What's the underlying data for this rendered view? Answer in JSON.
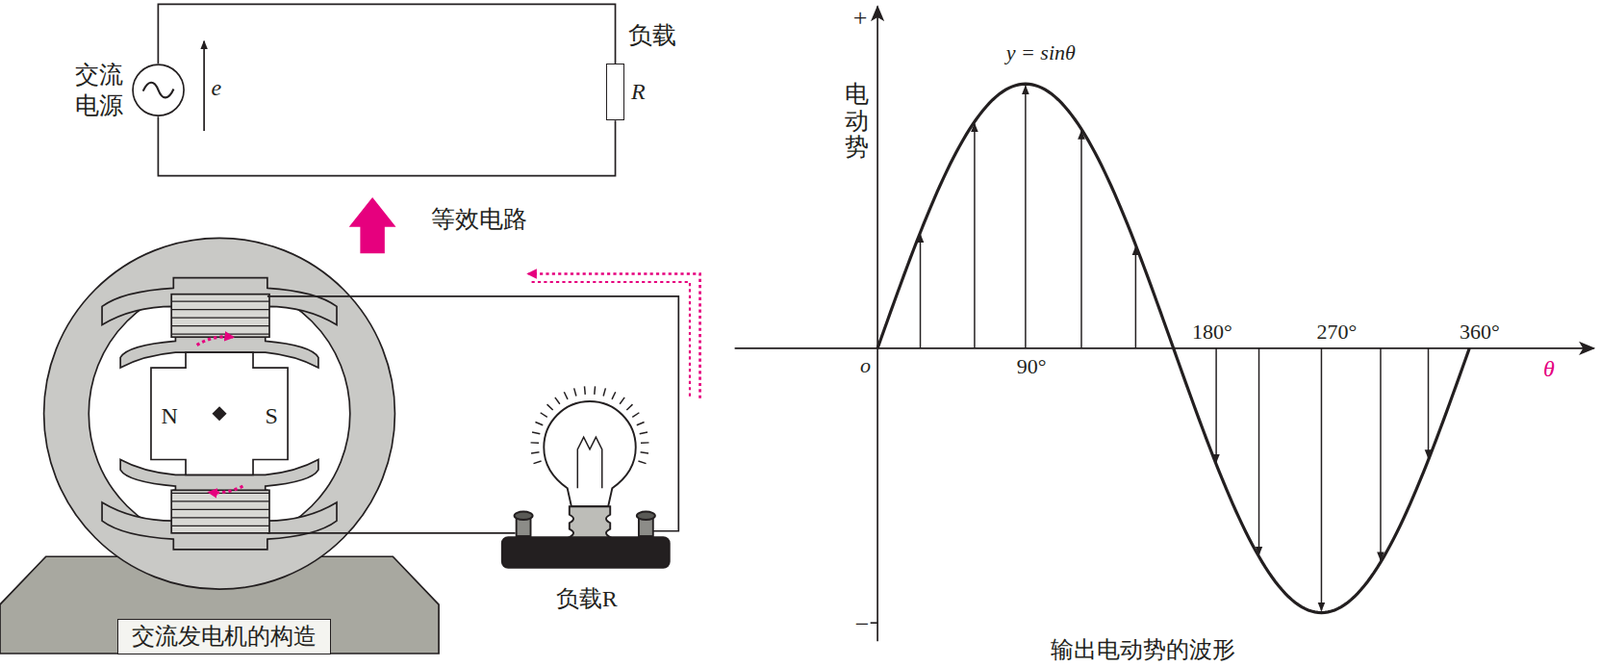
{
  "diagram": {
    "caption": "输出电动势的波形",
    "nodes": [
      {
        "text": [
          "交流 电源"
        ]
      },
      {
        "text": [
          "负载",
          "R"
        ]
      },
      {
        "text": [
          "交流发电机的构造"
        ]
      }
    ],
    "edges": [
      {
        "from": 0,
        "to": 1,
        "arrow": "none"
      }
    ],
    "labels": [
      "e",
      "等效电路",
      "N",
      "S",
      "负载R",
      "+",
      "电动势",
      "y = sinθ",
      "o",
      "90°",
      "180°",
      "270°",
      "360°",
      "θ",
      "−"
    ]
  }
}
